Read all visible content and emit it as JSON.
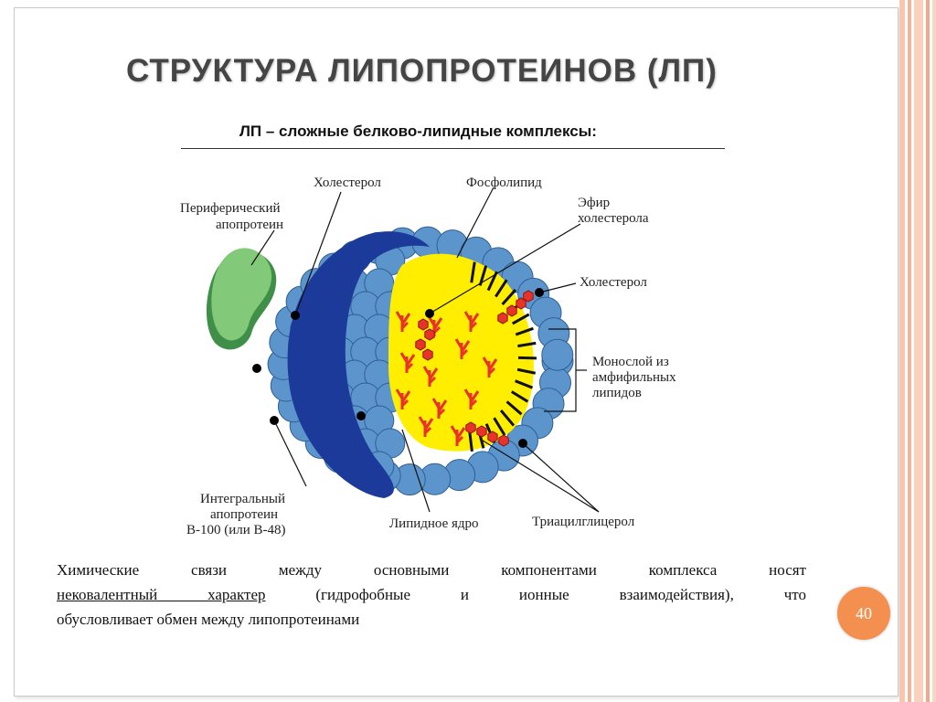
{
  "slide": {
    "title": "СТРУКТУРА ЛИПОПРОТЕИНОВ (ЛП)",
    "subtitle": "ЛП – сложные белково-липидные комплексы:",
    "page_number": "40"
  },
  "diagram": {
    "labels": {
      "cholesterol_top": "Холестерол",
      "peripheral_1": "Периферический",
      "peripheral_2": "апопротеин",
      "phospholipid": "Фосфолипид",
      "ester_1": "Эфир",
      "ester_2": "холестерола",
      "cholesterol_right": "Холестерол",
      "monolayer_1": "Монослой из",
      "monolayer_2": "амфифильных",
      "monolayer_3": "липидов",
      "integral_1": "Интегральный",
      "integral_2": "апопротеин",
      "integral_3": "В-100 (или В-48)",
      "lipid_core": "Липидное ядро",
      "triacylglycerol": "Триацилглицерол"
    }
  },
  "description": {
    "line1": "Химические связи между основными компонентами комплекса носят",
    "line2_underlined": "нековалентный характер",
    "line2_rest": " (гидрофобные и ионные взаимодействия), что",
    "line3": "обусловливает обмен между липопротеинами"
  },
  "colors": {
    "sphere_blue": "#5b95cc",
    "integral_dark_blue": "#1b3a9a",
    "core_yellow": "#ffee00",
    "peripheral_green": "#82c97a",
    "ester_red": "#e8332a",
    "badge_orange": "#f3904f"
  }
}
